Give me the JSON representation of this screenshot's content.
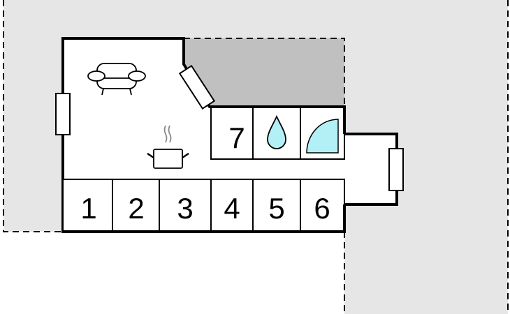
{
  "floor_plan": {
    "rooms_bottom_row": [
      "1",
      "2",
      "3",
      "4",
      "5",
      "6"
    ],
    "rooms_top_row": [
      "7"
    ],
    "icons": [
      "sofa-icon",
      "cooking-pot-icon",
      "water-drop-icon",
      "shower-icon"
    ],
    "colors": {
      "outside": "#e6e6e6",
      "terrace": "#c0c0c0",
      "water": "#b3f0f5",
      "wall": "#000000"
    }
  }
}
